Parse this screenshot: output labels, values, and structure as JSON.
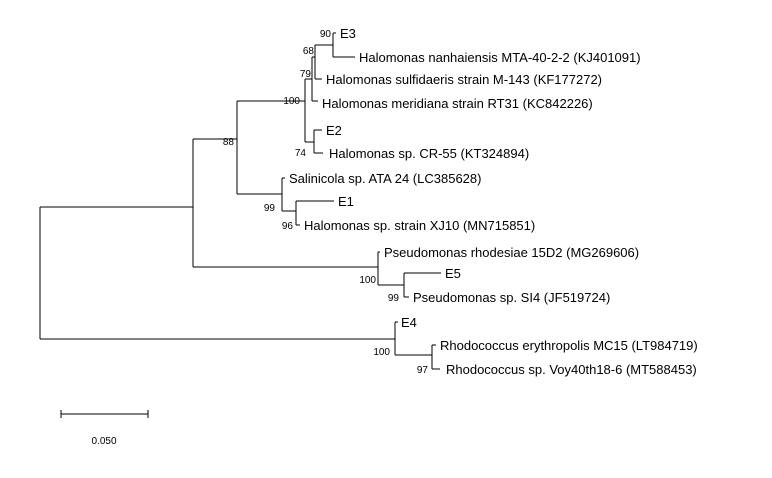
{
  "tree": {
    "taxa": {
      "E3": "E3",
      "nanhaiensis": "Halomonas nanhaiensis MTA-40-2-2 (KJ401091)",
      "sulfidaeris": "Halomonas sulfidaeris strain M-143 (KF177272)",
      "meridiana": "Halomonas meridiana strain RT31 (KC842226)",
      "E2": "E2",
      "cr55": "Halomonas sp. CR-55 (KT324894)",
      "salinicola": "Salinicola sp. ATA 24 (LC385628)",
      "E1": "E1",
      "xj10": "Halomonas sp. strain XJ10 (MN715851)",
      "rhodesiae": "Pseudomonas rhodesiae 15D2 (MG269606)",
      "E5": "E5",
      "si4": "Pseudomonas sp. SI4 (JF519724)",
      "E4": "E4",
      "erythropolis": "Rhodococcus erythropolis MC15 (LT984719)",
      "voy": "Rhodococcus sp. Voy40th18-6 (MT588453)"
    },
    "bootstrap": {
      "n90": "90",
      "n68": "68",
      "n79": "79",
      "n100_halo": "100",
      "n74": "74",
      "n88": "88",
      "n99_e1": "99",
      "n96": "96",
      "n100_pseudo": "100",
      "n99_e5": "99",
      "n100_rhodo": "100",
      "n97": "97"
    },
    "scale_bar": {
      "label": "0.050",
      "value": 0.05
    }
  }
}
